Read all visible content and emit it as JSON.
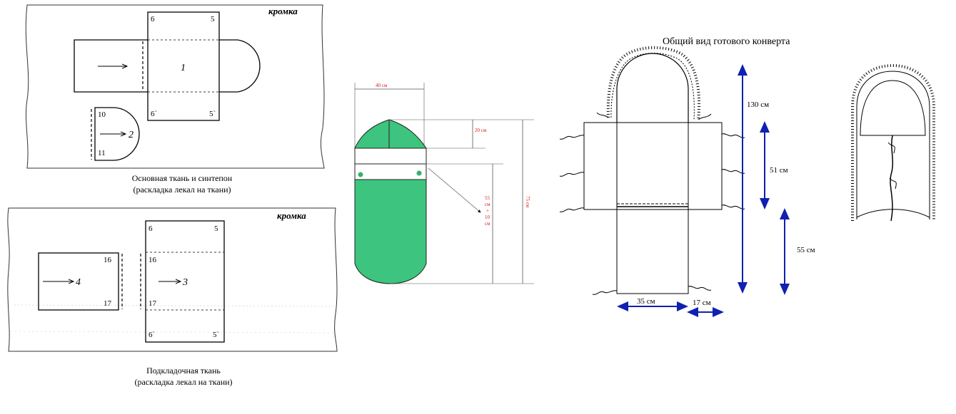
{
  "panel_top": {
    "selvage": "кромка",
    "piece_main": "1",
    "piece_hood": "2",
    "marks": {
      "m6": "6",
      "m5": "5",
      "m6p": "6`",
      "m5p": "5`",
      "m10": "10",
      "m11": "11"
    },
    "caption_line1": "Основная ткань и синтепон",
    "caption_line2": "(раскладка лекал на ткани)"
  },
  "panel_bottom": {
    "selvage": "кромка",
    "piece_left": "4",
    "piece_right": "3",
    "marks": {
      "m16a": "16",
      "m17a": "17",
      "m6": "6",
      "m5": "5",
      "m16b": "16",
      "m17b": "17",
      "m6p": "6`",
      "m5p": "5`"
    },
    "caption_line1": "Подкладочная ткань",
    "caption_line2": "(раскладка лекал на ткани)"
  },
  "green_pattern": {
    "width_label": "40 см",
    "hood_label": "20 см",
    "body_label_1": "55",
    "body_label_2": "см",
    "body_label_3": "+",
    "body_label_4": "10",
    "body_label_5": "см",
    "total_label": "75 см",
    "colors": {
      "fill": "#3dc47e",
      "dots": "#2fb46c",
      "dims": "#d01818"
    }
  },
  "overview": {
    "title": "Общий вид готового конверта",
    "h_total": "130 см",
    "h_sleeve": "51 см",
    "h_lower": "55 см",
    "w_body": "35 см",
    "w_side": "17 см",
    "colors": {
      "arrows": "#1020b0"
    }
  }
}
